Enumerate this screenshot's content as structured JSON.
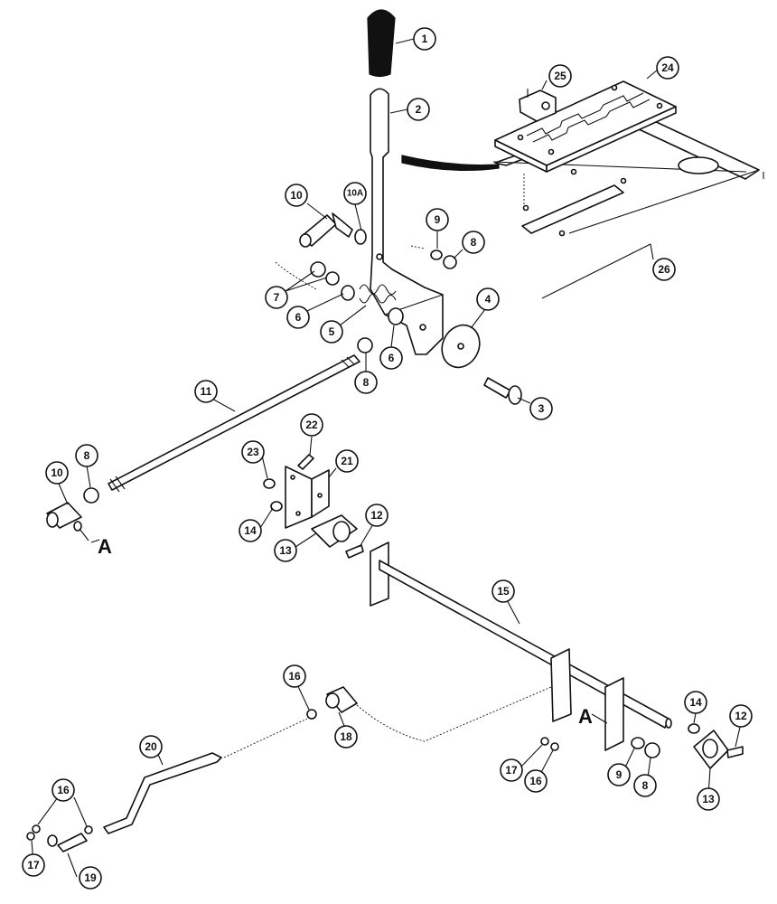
{
  "callouts": [
    {
      "id": "c1",
      "label": "1"
    },
    {
      "id": "c2",
      "label": "2"
    },
    {
      "id": "c3",
      "label": "3"
    },
    {
      "id": "c4",
      "label": "4"
    },
    {
      "id": "c5",
      "label": "5"
    },
    {
      "id": "c6a",
      "label": "6"
    },
    {
      "id": "c6b",
      "label": "6"
    },
    {
      "id": "c7",
      "label": "7"
    },
    {
      "id": "c8a",
      "label": "8"
    },
    {
      "id": "c8b",
      "label": "8"
    },
    {
      "id": "c8c",
      "label": "8"
    },
    {
      "id": "c8d",
      "label": "8"
    },
    {
      "id": "c9a",
      "label": "9"
    },
    {
      "id": "c9b",
      "label": "9"
    },
    {
      "id": "c10a",
      "label": "10"
    },
    {
      "id": "c10b",
      "label": "10"
    },
    {
      "id": "c10A",
      "label": "10A"
    },
    {
      "id": "c11",
      "label": "11"
    },
    {
      "id": "c12a",
      "label": "12"
    },
    {
      "id": "c12b",
      "label": "12"
    },
    {
      "id": "c13a",
      "label": "13"
    },
    {
      "id": "c13b",
      "label": "13"
    },
    {
      "id": "c14a",
      "label": "14"
    },
    {
      "id": "c14b",
      "label": "14"
    },
    {
      "id": "c15",
      "label": "15"
    },
    {
      "id": "c16a",
      "label": "16"
    },
    {
      "id": "c16b",
      "label": "16"
    },
    {
      "id": "c16c",
      "label": "16"
    },
    {
      "id": "c17a",
      "label": "17"
    },
    {
      "id": "c17b",
      "label": "17"
    },
    {
      "id": "c18",
      "label": "18"
    },
    {
      "id": "c19",
      "label": "19"
    },
    {
      "id": "c20",
      "label": "20"
    },
    {
      "id": "c21",
      "label": "21"
    },
    {
      "id": "c22",
      "label": "22"
    },
    {
      "id": "c23",
      "label": "23"
    },
    {
      "id": "c24",
      "label": "24"
    },
    {
      "id": "c25",
      "label": "25"
    },
    {
      "id": "c26",
      "label": "26"
    }
  ],
  "reference_marks": [
    {
      "id": "refA1",
      "label": "A"
    },
    {
      "id": "refA2",
      "label": "A"
    }
  ]
}
